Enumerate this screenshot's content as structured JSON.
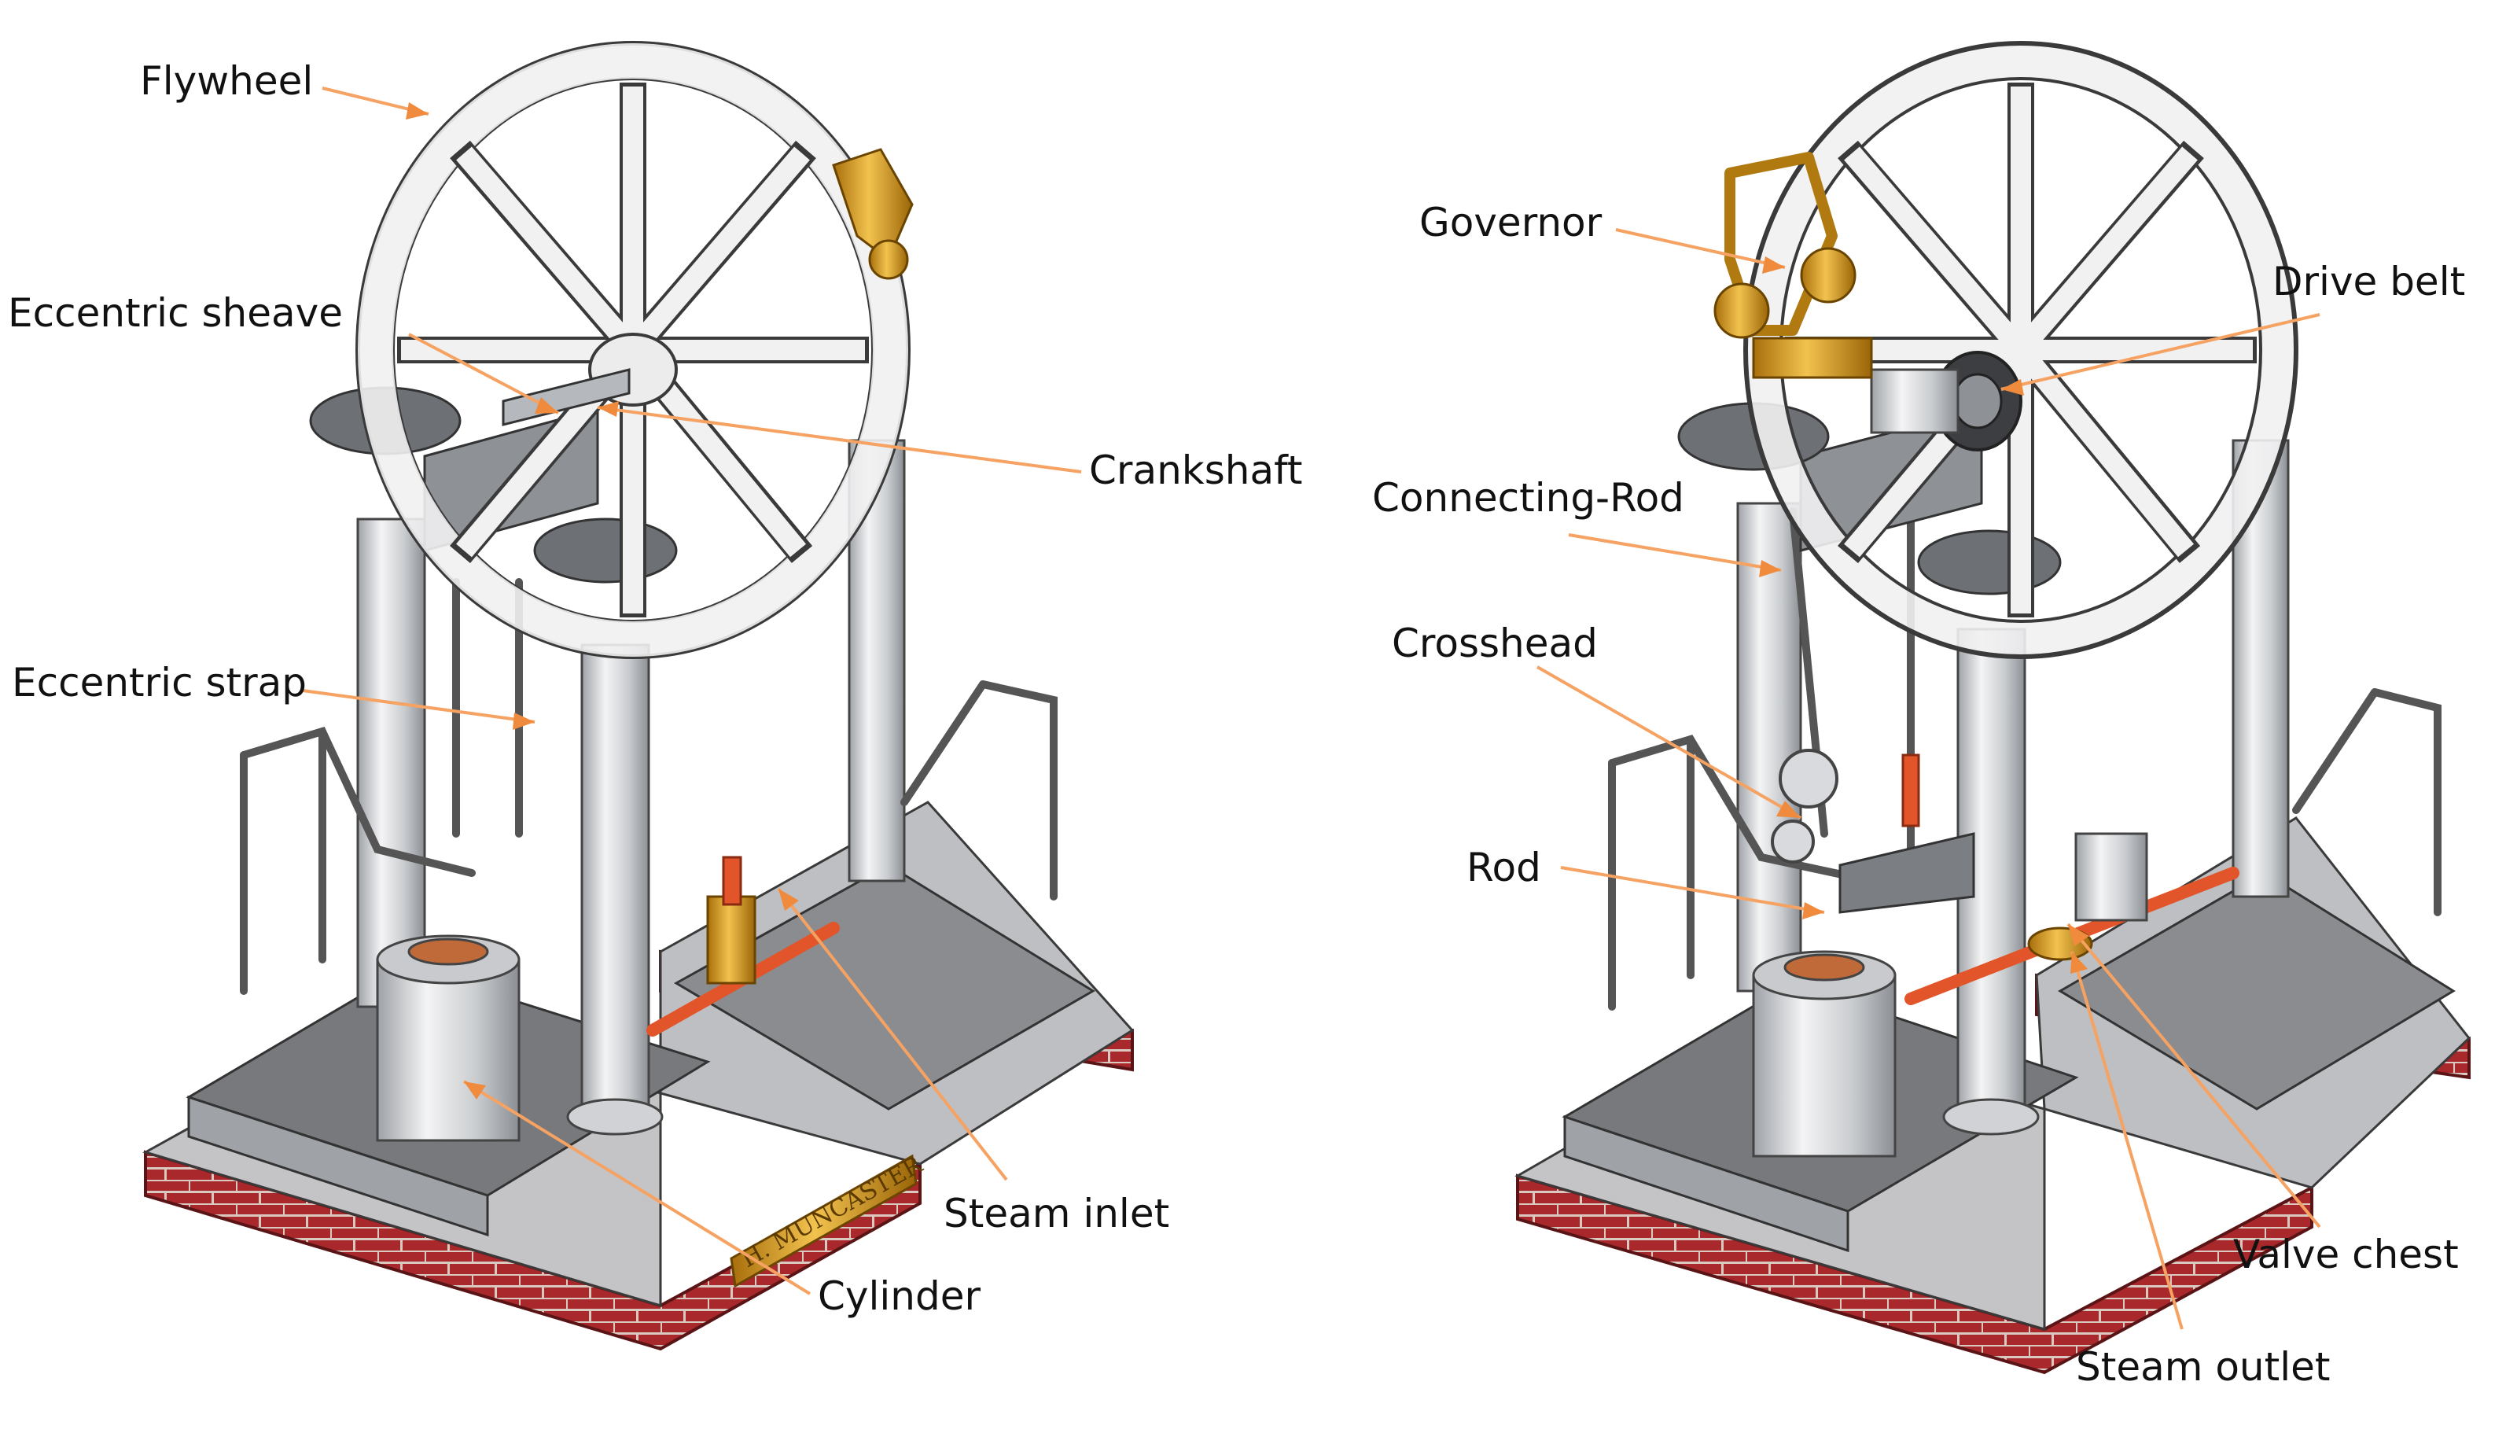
{
  "colors": {
    "leader": "#f5a262",
    "arrowhead": "#f08a3c",
    "brick": "#a8282c",
    "mortar": "#d9c9c0",
    "steel_light": "#e4e4e6",
    "steel_mid": "#b9bcc0",
    "steel_dark": "#6c7075",
    "brass": "#d89a1e",
    "copper_pipe": "#e2552a",
    "flywheel": "#f1f1f2",
    "outline": "#3a3a3a"
  },
  "labels": {
    "left": {
      "flywheel": "Flywheel",
      "eccentric_sheave": "Eccentric sheave",
      "crankshaft": "Crankshaft",
      "eccentric_strap": "Eccentric strap",
      "steam_inlet": "Steam inlet",
      "cylinder": "Cylinder"
    },
    "right": {
      "governor": "Governor",
      "drive_belt": "Drive belt",
      "connecting_rod": "Connecting-Rod",
      "crosshead": "Crosshead",
      "rod": "Rod",
      "valve_chest": "Valve chest",
      "steam_outlet": "Steam outlet"
    }
  },
  "nameplate": "H. MUNCASTER"
}
